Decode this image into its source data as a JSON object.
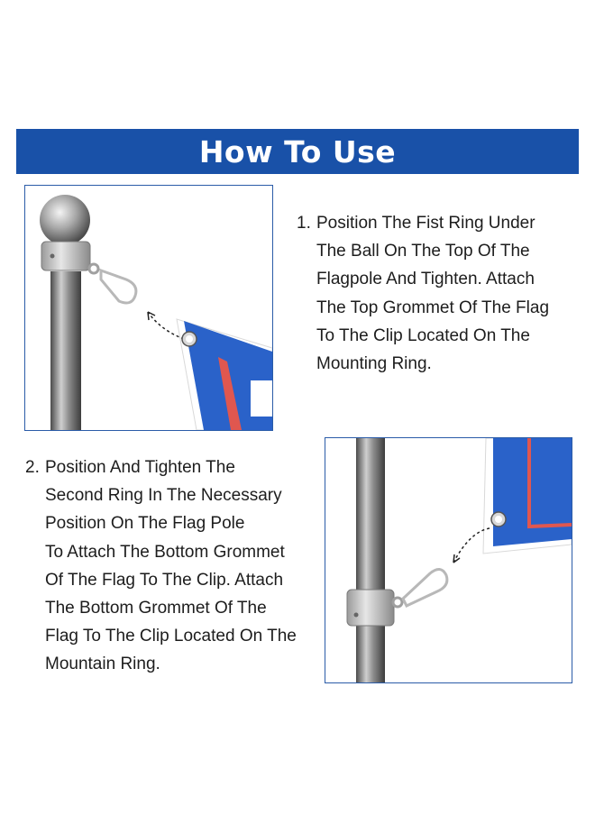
{
  "banner": {
    "title": "How To Use"
  },
  "steps": [
    {
      "number": "1.",
      "lines": [
        "Position The Fist Ring Under",
        "The Ball On The Top Of The",
        "Flagpole And Tighten. Attach",
        "The Top Grommet Of The Flag",
        "To The Clip Located On The",
        "Mounting Ring."
      ]
    },
    {
      "number": "2.",
      "lines": [
        "Position And Tighten The",
        "Second Ring In The Necessary",
        "Position On The Flag Pole",
        "To Attach The Bottom Grommet",
        "Of The Flag To The Clip. Attach",
        "The Bottom Grommet Of The",
        "Flag To The Clip Located On The",
        "Mountain Ring."
      ]
    }
  ],
  "colors": {
    "banner": "#1951a8",
    "flag_blue": "#2a62c9",
    "flag_stripe": "#e0574f",
    "frame": "#2b5ca8"
  },
  "icons": [
    "pole-ball-icon",
    "mounting-ring-icon",
    "carabiner-clip-icon",
    "arrow-icon",
    "flag-icon",
    "grommet-icon"
  ]
}
